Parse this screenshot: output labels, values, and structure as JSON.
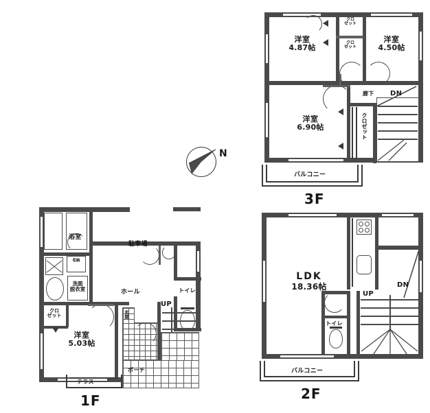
{
  "document": {
    "type": "floor-plan",
    "language": "ja",
    "background_color": "#ffffff",
    "line_color": "#4a4a4a"
  },
  "compass": {
    "label": "N",
    "name": "north-arrow"
  },
  "floors": [
    {
      "id": "1f",
      "tag": "1F",
      "rooms": [
        {
          "key": "bath",
          "name": "浴室",
          "area": ""
        },
        {
          "key": "washroom",
          "name": "洗面\n脱衣室",
          "name_line1": "洗面",
          "name_line2": "脱衣室",
          "area": ""
        },
        {
          "key": "storage",
          "name": "収納",
          "area": ""
        },
        {
          "key": "parking",
          "name": "駐車場",
          "area": ""
        },
        {
          "key": "hall",
          "name": "ホール",
          "area": ""
        },
        {
          "key": "toilet",
          "name": "トイレ",
          "area": ""
        },
        {
          "key": "closet",
          "name_line1": "クロ",
          "name_line2": "ゼット",
          "area": ""
        },
        {
          "key": "washitsu",
          "name": "洋室",
          "area": "5.03帖"
        },
        {
          "key": "entrance",
          "name": "玄関",
          "area": ""
        },
        {
          "key": "porch",
          "name": "ポーチ",
          "area": ""
        },
        {
          "key": "terrace",
          "name": "テラス",
          "area": ""
        }
      ],
      "markers": [
        {
          "key": "up",
          "label": "UP"
        }
      ]
    },
    {
      "id": "2f",
      "tag": "2F",
      "rooms": [
        {
          "key": "ldk",
          "name": "LDK",
          "area": "18.36帖"
        },
        {
          "key": "toilet",
          "name": "トイレ",
          "area": ""
        },
        {
          "key": "balcony",
          "name": "バルコニー",
          "area": ""
        }
      ],
      "markers": [
        {
          "key": "up",
          "label": "UP"
        },
        {
          "key": "dn",
          "label": "DN"
        }
      ]
    },
    {
      "id": "3f",
      "tag": "3F",
      "rooms": [
        {
          "key": "room-nw",
          "name": "洋室",
          "area": "4.87帖"
        },
        {
          "key": "room-ne",
          "name": "洋室",
          "area": "4.50帖"
        },
        {
          "key": "room-s",
          "name": "洋室",
          "area": "6.90帖"
        },
        {
          "key": "closet-n1",
          "name_line1": "クロ",
          "name_line2": "ゼット",
          "area": ""
        },
        {
          "key": "closet-n2",
          "name_line1": "クロ",
          "name_line2": "ゼット",
          "area": ""
        },
        {
          "key": "closet-e",
          "name": "クロゼット",
          "area": ""
        },
        {
          "key": "corridor",
          "name": "廊下",
          "area": ""
        },
        {
          "key": "balcony",
          "name": "バルコニー",
          "area": ""
        }
      ],
      "markers": [
        {
          "key": "dn",
          "label": "DN"
        }
      ]
    }
  ]
}
